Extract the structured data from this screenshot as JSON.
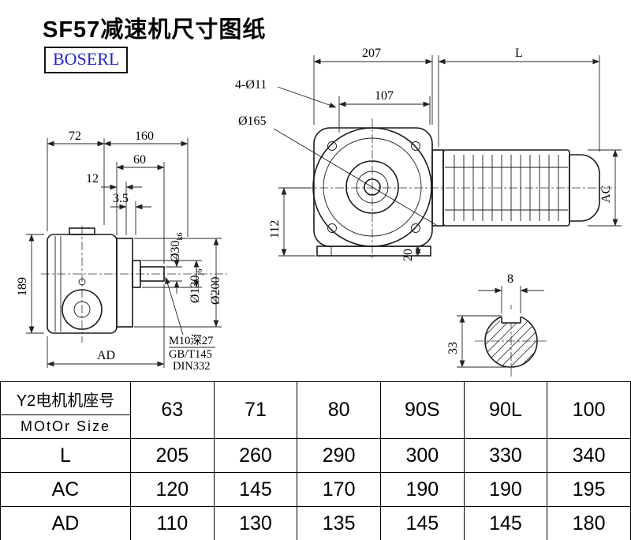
{
  "page": {
    "title": "SF57减速机尺寸图纸",
    "brand": "BOSERL"
  },
  "left_view": {
    "dim_72": "72",
    "dim_160": "160",
    "dim_60": "60",
    "dim_12": "12",
    "dim_3_5": "3.5",
    "dim_189": "189",
    "dim_ad": "AD",
    "dia_shaft_main": "Ø30",
    "dia_shaft_sub": "k6",
    "dia_spigot_main": "Ø130",
    "dia_spigot_sub": "j6",
    "dia_flange": "Ø200",
    "tap_note": "M10深27",
    "std_note1": "GB/T145",
    "std_note2": "DIN332"
  },
  "right_view": {
    "dim_207": "207",
    "dim_l": "L",
    "bolt_note": "4-Ø11",
    "dim_107": "107",
    "dia_165": "Ø165",
    "dim_112": "112",
    "dim_20": "20",
    "dim_ac": "AC"
  },
  "shaft_view": {
    "dim_8": "8",
    "dim_33": "33"
  },
  "table": {
    "motor_label_cn": "Y2电机机座号",
    "motor_label_en": "MOtOr Size",
    "sizes": [
      "63",
      "71",
      "80",
      "90S",
      "90L",
      "100"
    ],
    "rows": [
      {
        "label": "L",
        "values": [
          "205",
          "260",
          "290",
          "300",
          "330",
          "340"
        ]
      },
      {
        "label": "AC",
        "values": [
          "120",
          "145",
          "170",
          "190",
          "190",
          "195"
        ]
      },
      {
        "label": "AD",
        "values": [
          "110",
          "130",
          "135",
          "145",
          "145",
          "180"
        ]
      }
    ]
  }
}
